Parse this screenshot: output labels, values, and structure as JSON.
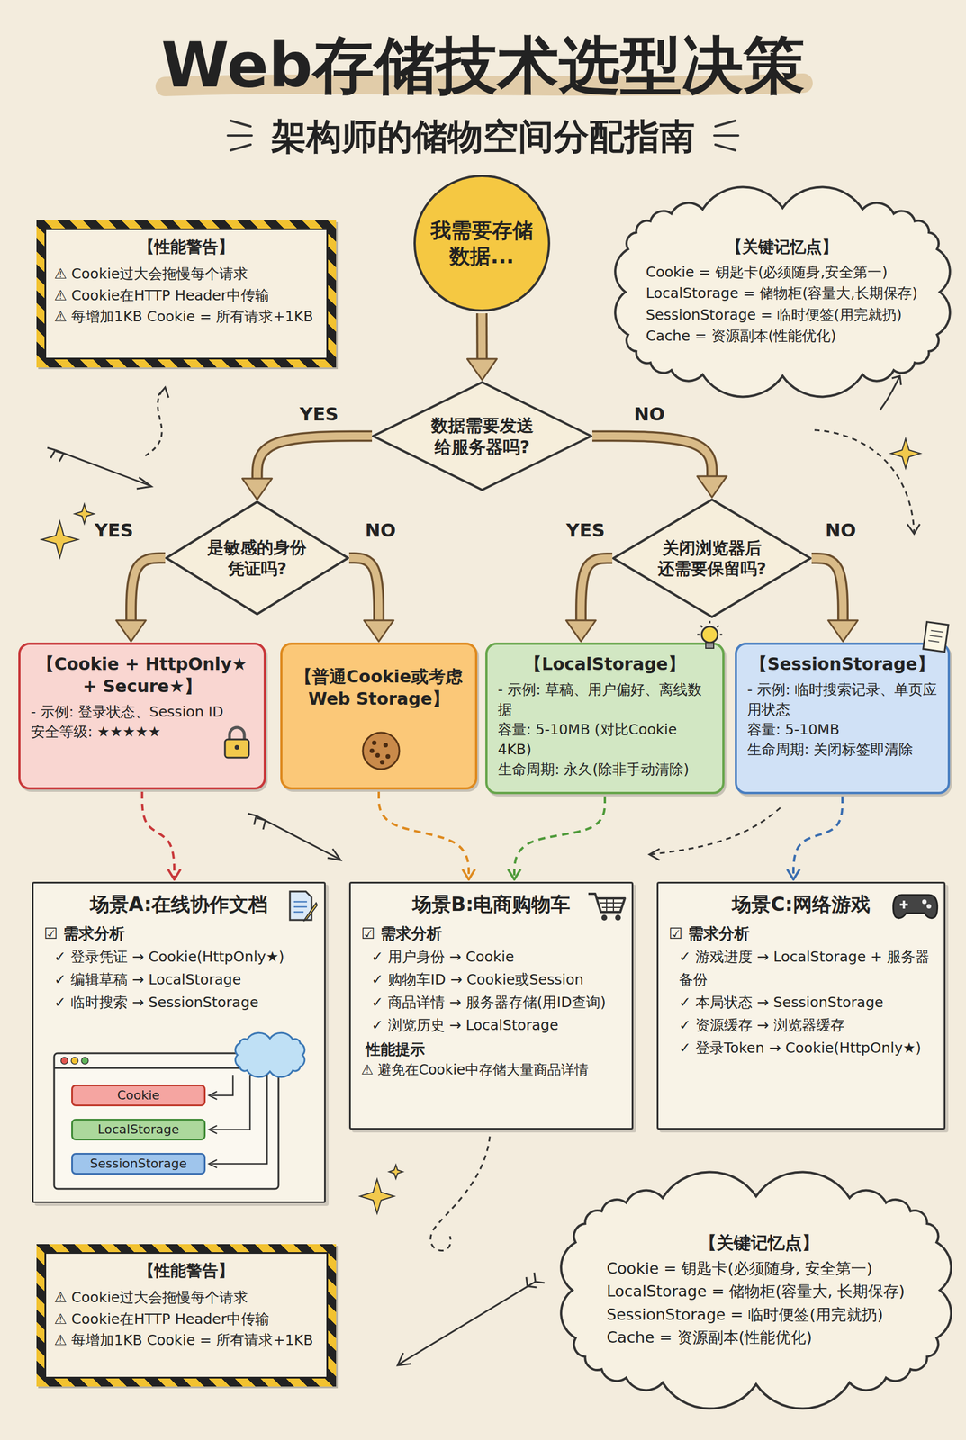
{
  "diagram": {
    "title": "Web存储技术选型决策",
    "nodes": [
      {
        "text": [
          "【性能警告】",
          "⚠ Cookie过大会拖慢每个请求",
          "⚠ Cookie在HTTP Header中传输",
          "⚠ 每增加1KB Cookie = 所有请求+1KB"
        ]
      },
      {
        "text": [
          "我需要存储数据..."
        ]
      },
      {
        "text": [
          "【关键记忆点】",
          "Cookie = 钥匙卡(必须随身,安全第一)",
          "LocalStorage = 储物柜(容量大,长期保存)",
          "SessionStorage = 临时便签(用完就扔)",
          "Cache = 资源副本(性能优化)"
        ]
      },
      {
        "text": [
          "数据需要发送给服务器吗?"
        ]
      },
      {
        "text": [
          "是敏感的身份凭证吗?"
        ]
      },
      {
        "text": [
          "关闭浏览器后还需要保留吗?"
        ]
      },
      {
        "text": [
          "【Cookie + HttpOnly★ + Secure★】",
          "- 示例: 登录状态、Session ID",
          "安全等级: ★★★★★"
        ]
      },
      {
        "text": [
          "【普通Cookie或考虑Web Storage】"
        ]
      },
      {
        "text": [
          "【LocalStorage】",
          "- 示例: 草稿、用户偏好、离线数据",
          "容量: 5-10MB (对比Cookie 4KB)",
          "生命周期: 永久(除非手动清除)"
        ]
      },
      {
        "text": [
          "【SessionStorage】",
          "- 示例: 临时搜索记录、单页应用状态",
          "容量: 5-10MB",
          "生命周期: 关闭标签即清除"
        ]
      },
      {
        "text": [
          "场景A:在线协作文档",
          "☑ 需求分析",
          "✓ 登录凭证 → Cookie(HttpOnly★)",
          "✓ 编辑草稿 → LocalStorage",
          "✓ 临时搜索 → SessionStorage"
        ]
      },
      {
        "text": [
          "Cookie"
        ],
        "in": 10
      },
      {
        "text": [
          "LocalStorage"
        ],
        "in": 10
      },
      {
        "text": [
          "SessionStorage"
        ],
        "in": 10
      },
      {
        "text": [
          "场景B:电商购物车",
          "☑ 需求分析",
          "✓ 用户身份 → Cookie",
          "✓ 购物车ID → Cookie或Session",
          "✓ 商品详情 → 服务器存储(用ID查询)",
          "✓ 浏览历史 → LocalStorage",
          "性能提示",
          "⚠ 避免在Cookie中存储大量商品详情"
        ]
      },
      {
        "text": [
          "场景C:网络游戏",
          "☑ 需求分析",
          "✓ 游戏进度 → LocalStorage + 服务器备份",
          "✓ 本局状态 → SessionStorage",
          "✓ 资源缓存 → 浏览器缓存",
          "✓ 登录Token → Cookie(HttpOnly★)"
        ]
      },
      {
        "text": [
          "【性能警告】",
          "⚠ Cookie过大会拖慢每个请求",
          "⚠ Cookie在HTTP Header中传输",
          "⚠ 每增加1KB Cookie = 所有请求+1KB"
        ]
      },
      {
        "text": [
          "【关键记忆点】",
          "Cookie = 钥匙卡(必须随身, 安全第一)",
          "LocalStorage = 储物柜(容量大, 长期保存)",
          "SessionStorage = 临时便签(用完就扔)",
          "Cache = 资源副本(性能优化)"
        ]
      }
    ],
    "edges": [
      {
        "from": 1,
        "to": 3,
        "arrow": "to"
      },
      {
        "from": 3,
        "to": 4,
        "label": "YES",
        "arrow": "to"
      },
      {
        "from": 3,
        "to": 5,
        "label": "NO",
        "arrow": "to"
      },
      {
        "from": 4,
        "to": 6,
        "label": "YES",
        "arrow": "to"
      },
      {
        "from": 4,
        "to": 7,
        "label": "NO",
        "arrow": "to"
      },
      {
        "from": 5,
        "to": 8,
        "label": "YES",
        "arrow": "to"
      },
      {
        "from": 5,
        "to": 9,
        "label": "NO",
        "arrow": "to"
      },
      {
        "from": 6,
        "to": 10,
        "arrow": "to"
      },
      {
        "from": 7,
        "to": 14,
        "arrow": "to"
      },
      {
        "from": 8,
        "to": 14,
        "arrow": "to"
      },
      {
        "from": 9,
        "to": 15,
        "arrow": "to"
      }
    ],
    "labels": [
      "架构师的储物空间分配指南"
    ]
  }
}
